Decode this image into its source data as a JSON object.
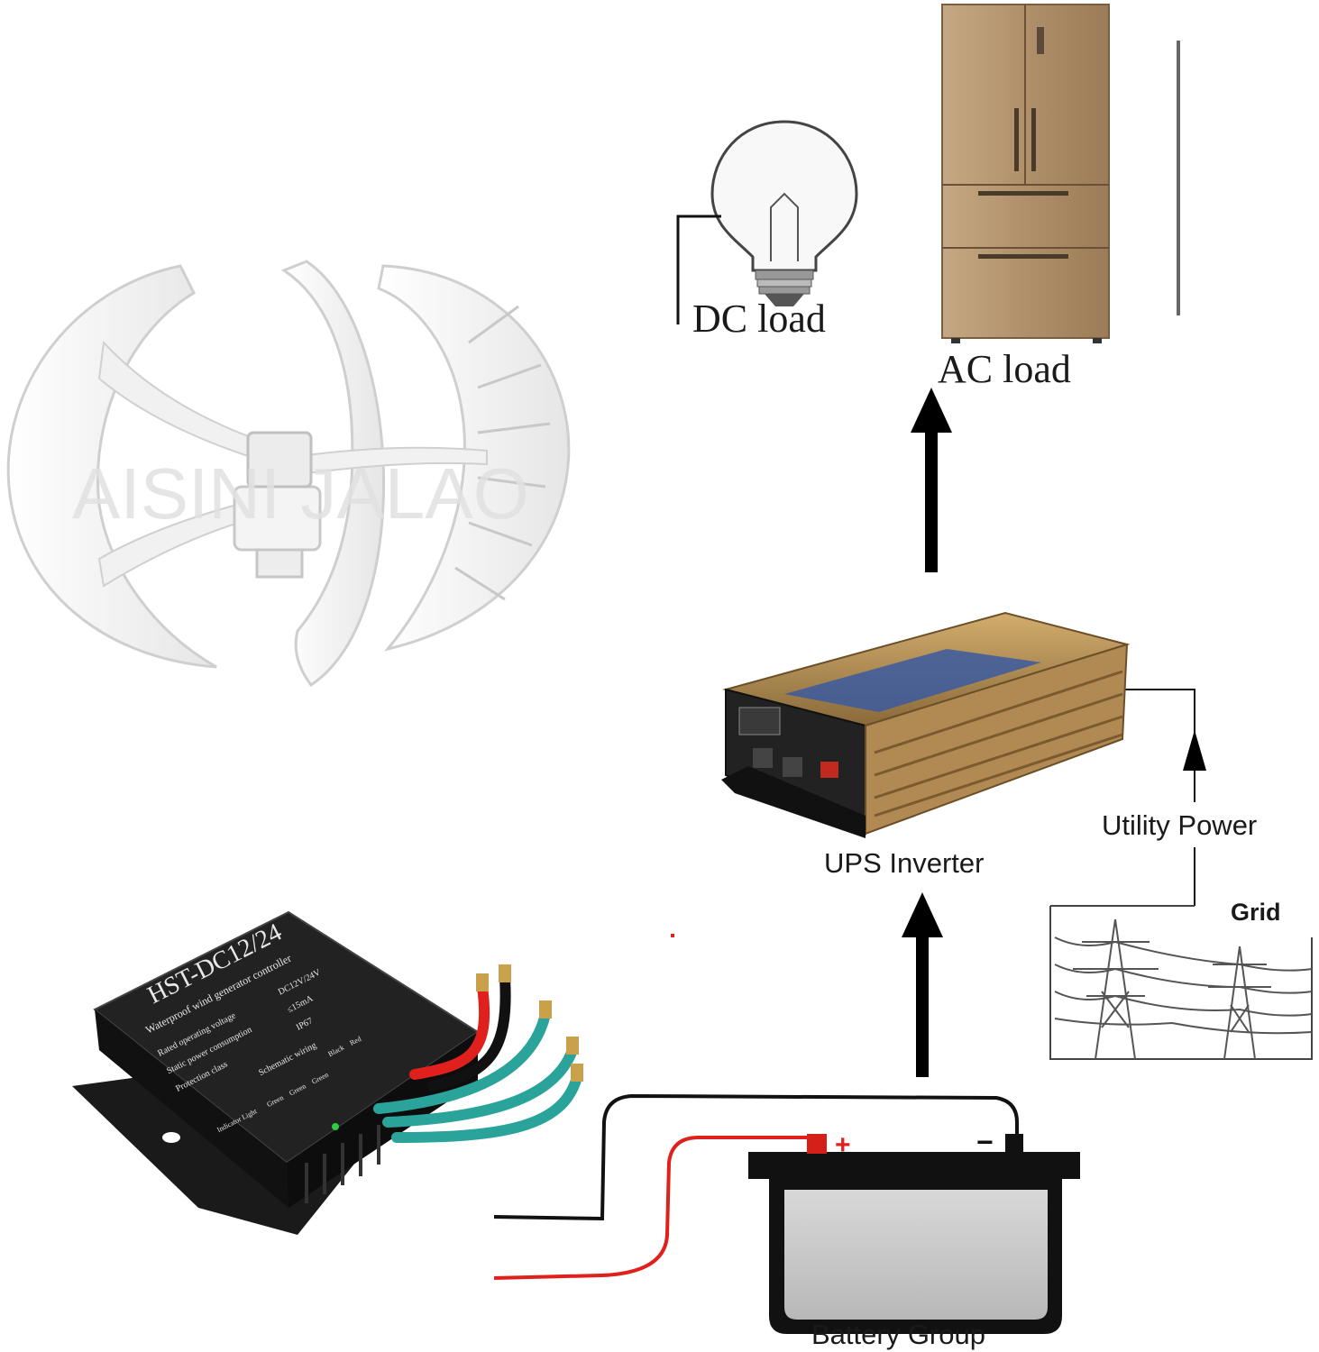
{
  "labels": {
    "dc_load": "DC load",
    "ac_load": "AC load",
    "ups_inverter": "UPS Inverter",
    "utility_power": "Utility Power",
    "grid": "Grid",
    "battery_group": "Battery Group"
  },
  "watermark": "AISINI JALAO",
  "controller": {
    "model": "HST-DC12/24",
    "subtitle": "Waterproof wind generator controller",
    "rated_voltage_label": "Rated operating voltage",
    "rated_voltage_value": "DC12V/24V",
    "static_power_label": "Static power consumption",
    "static_power_value": "≤15mA",
    "protection_label": "Protection class",
    "protection_value": "IP67",
    "wiring_label": "Schematic wiring",
    "indicator_label": "Indicator Light",
    "wire_labels": [
      "Green",
      "Green",
      "Green",
      "Black",
      "Red"
    ]
  },
  "battery_terminals": {
    "positive": "+",
    "negative": "−"
  },
  "colors": {
    "wire_red": "#e0201c",
    "wire_black": "#111111",
    "wire_teal": "#2aa39a",
    "fridge": "#b0906a",
    "inverter": "#b28a4e",
    "controller": "#1c1c1c"
  }
}
